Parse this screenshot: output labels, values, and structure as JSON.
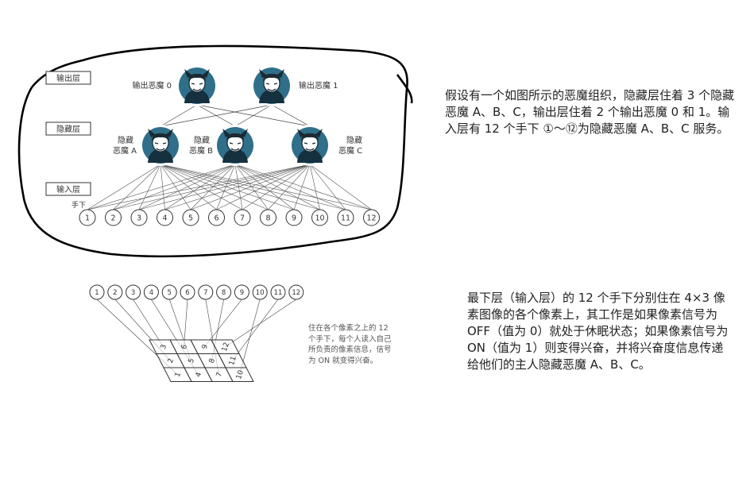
{
  "network": {
    "layers": {
      "output": "输出层",
      "hidden": "隐藏层",
      "input": "输入层"
    },
    "output_demons": [
      {
        "label": "输出恶魔 0"
      },
      {
        "label": "输出恶魔 1"
      }
    ],
    "hidden_demons": [
      {
        "label_line1": "隐藏",
        "label_line2": "恶魔 A"
      },
      {
        "label_line1": "隐藏",
        "label_line2": "恶魔 B"
      },
      {
        "label_line1": "隐藏",
        "label_line2": "恶魔 C"
      }
    ],
    "minions_label": "手下",
    "minions": [
      "1",
      "2",
      "3",
      "4",
      "5",
      "6",
      "7",
      "8",
      "9",
      "10",
      "11",
      "12"
    ]
  },
  "pixel_map": {
    "minions": [
      "1",
      "2",
      "3",
      "4",
      "5",
      "6",
      "7",
      "8",
      "9",
      "10",
      "11",
      "12"
    ],
    "grid_rows": [
      [
        "3",
        "6",
        "9",
        "12"
      ],
      [
        "2",
        "5",
        "8",
        "11"
      ],
      [
        "1",
        "4",
        "7",
        "10"
      ]
    ],
    "note": "住在各个像素之上的 12 个手下，每个人读入自己所负责的像素信息，信号为 ON 就变得兴奋。"
  },
  "paragraphs": {
    "p1": "假设有一个如图所示的恶魔组织，隐藏层住着 3 个隐藏恶魔 A、B、C，输出层住着 2 个输出恶魔 0 和 1。输入层有 12 个手下 ①～⑫为隐藏恶魔 A、B、C 服务。",
    "p2": "最下层（输入层）的 12 个手下分别住在 4×3 像素图像的各个像素上，其工作是如果像素信号为 OFF（值为 0）就处于休眠状态；如果像素信号为 ON（值为 1）则变得兴奋，并将兴奋度信息传递给他们的主人隐藏恶魔 A、B、C。"
  },
  "colors": {
    "demon_bg": "#2f6f8a",
    "demon_ring": "#1b3f52",
    "demon_face": "#ffffff",
    "ink": "#333333"
  }
}
